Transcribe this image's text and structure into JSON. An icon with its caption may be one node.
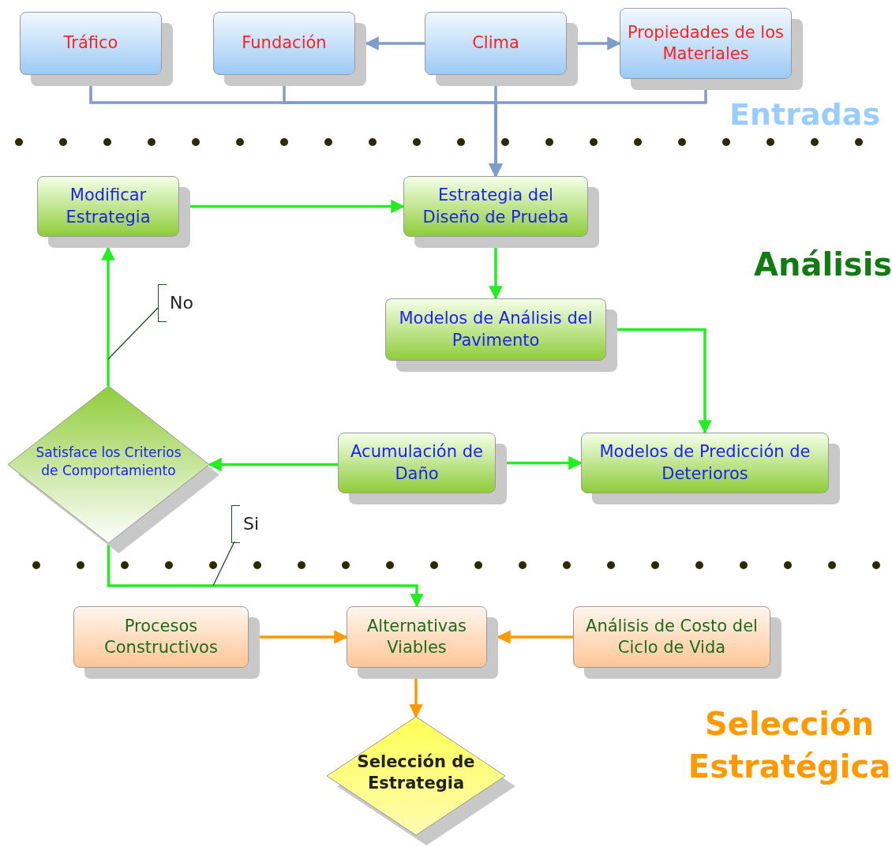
{
  "diagram": {
    "nodes": [
      {
        "text": [
          "Tráfico"
        ]
      },
      {
        "text": [
          "Fundación"
        ]
      },
      {
        "text": [
          "Clima"
        ]
      },
      {
        "text": [
          "Propiedades de los Materiales"
        ]
      },
      {
        "text": [
          "Modificar Estrategia"
        ]
      },
      {
        "text": [
          "Estrategia del Diseño de Prueba"
        ]
      },
      {
        "text": [
          "Modelos de Análisis del Pavimento"
        ]
      },
      {
        "text": [
          "Satisface los Criterios de Comportamiento"
        ]
      },
      {
        "text": [
          "Acumulación de Daño"
        ]
      },
      {
        "text": [
          "Modelos de Predicción de Deterioros"
        ]
      },
      {
        "text": [
          "Procesos Constructivos"
        ]
      },
      {
        "text": [
          "Alternativas Viables"
        ]
      },
      {
        "text": [
          "Análisis de Costo del Ciclo de Vida"
        ]
      },
      {
        "text": [
          "Selección de Estrategia"
        ]
      },
      {
        "text": [
          "No"
        ]
      },
      {
        "text": [
          "Si"
        ]
      }
    ],
    "edges": [
      {
        "from": 2,
        "to": 1,
        "arrow": "to",
        "color": "#7f9ccb"
      },
      {
        "from": 2,
        "to": 3,
        "arrow": "to",
        "color": "#7f9ccb"
      },
      {
        "from": 0,
        "to": 5,
        "arrow": "to",
        "color": "#7f9ccb"
      },
      {
        "from": 1,
        "to": 5,
        "arrow": "to",
        "color": "#7f9ccb"
      },
      {
        "from": 2,
        "to": 5,
        "arrow": "to",
        "color": "#7f9ccb"
      },
      {
        "from": 3,
        "to": 5,
        "arrow": "to",
        "color": "#7f9ccb"
      },
      {
        "from": 4,
        "to": 5,
        "arrow": "to"
      },
      {
        "from": 5,
        "to": 6,
        "arrow": "to"
      },
      {
        "from": 6,
        "to": 9,
        "arrow": "to"
      },
      {
        "from": 8,
        "to": 7,
        "arrow": "to"
      },
      {
        "from": 8,
        "to": 9,
        "arrow": "to"
      },
      {
        "from": 7,
        "to": 4,
        "arrow": "to"
      },
      {
        "from": 7,
        "to": 11,
        "arrow": "to"
      },
      {
        "from": 10,
        "to": 11,
        "arrow": "to",
        "color": "#ff9900"
      },
      {
        "from": 12,
        "to": 11,
        "arrow": "to",
        "color": "#ff9900"
      },
      {
        "from": 11,
        "to": 13,
        "arrow": "to",
        "color": "#ff9900"
      },
      {
        "from": 14,
        "to": null,
        "arrow": "none",
        "color": "#1f4f1f"
      },
      {
        "from": 15,
        "to": null,
        "arrow": "none",
        "color": "#1f4f1f"
      }
    ],
    "labels": [
      "Entradas",
      "Análisis",
      "Selección Estratégica"
    ]
  }
}
